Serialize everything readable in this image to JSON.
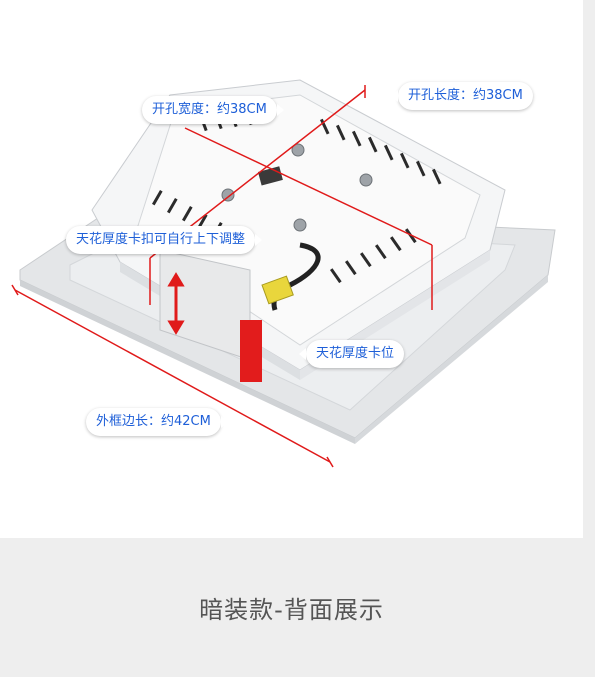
{
  "annotations": {
    "hole_width": "开孔宽度：约38CM",
    "hole_length": "开孔长度：约38CM",
    "ceiling_clip_adjust": "天花厚度卡扣可自行上下调整",
    "ceiling_clip": "天花厚度卡位",
    "frame_side": "外框边长：约42CM"
  },
  "caption": "暗装款-背面展示",
  "colors": {
    "accent": "#1e5fd8",
    "measure_line": "#e01a1a"
  }
}
